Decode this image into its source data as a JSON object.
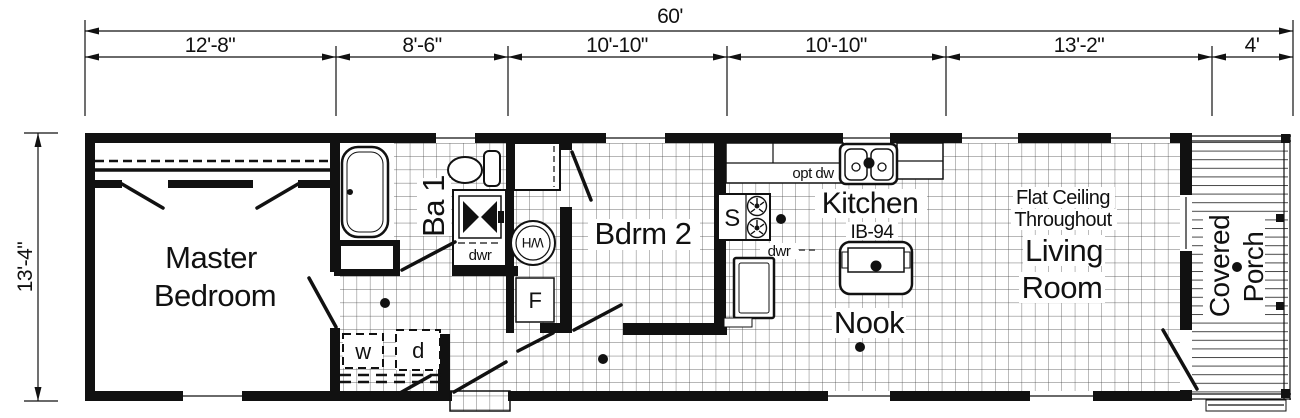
{
  "dimensions": {
    "overall_width": "60'",
    "height": "13'-4\"",
    "segments": [
      "12'-8\"",
      "8'-6\"",
      "10'-10\"",
      "10'-10\"",
      "13'-2\"",
      "4'"
    ]
  },
  "rooms": {
    "master_bedroom": {
      "line1": "Master",
      "line2": "Bedroom"
    },
    "bath1": {
      "label": "Ba 1"
    },
    "bedroom2": {
      "label": "Bdrm 2"
    },
    "kitchen": {
      "label": "Kitchen",
      "model": "IB-94"
    },
    "nook": {
      "label": "Nook"
    },
    "living_room": {
      "line1": "Living",
      "line2": "Room"
    },
    "covered_porch": {
      "line1": "Covered",
      "line2": "Porch"
    },
    "ceiling_note": {
      "line1": "Flat Ceiling",
      "line2": "Throughout"
    }
  },
  "fixtures": {
    "washer": "w",
    "dryer": "d",
    "bath_drawers": "dwr",
    "kitchen_drawers": "dwr",
    "furnace": "F",
    "water_heater": "WH",
    "range": "S",
    "optional_dishwasher": "opt dw"
  },
  "colors": {
    "ink": "#111111",
    "background": "#ffffff"
  }
}
